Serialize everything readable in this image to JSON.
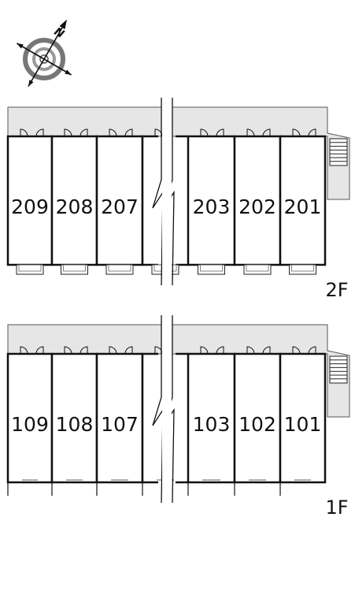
{
  "compass": {
    "north_label": "N",
    "icon": "compass-icon"
  },
  "floors": [
    {
      "label": "2F",
      "rooms": [
        "209",
        "208",
        "207",
        "",
        "203",
        "202",
        "201"
      ],
      "has_balconies": true
    },
    {
      "label": "1F",
      "rooms": [
        "109",
        "108",
        "107",
        "",
        "103",
        "102",
        "101"
      ],
      "has_balconies": false
    }
  ],
  "colors": {
    "corridor": "#e6e6e6",
    "wall": "#111111",
    "background": "#ffffff"
  }
}
